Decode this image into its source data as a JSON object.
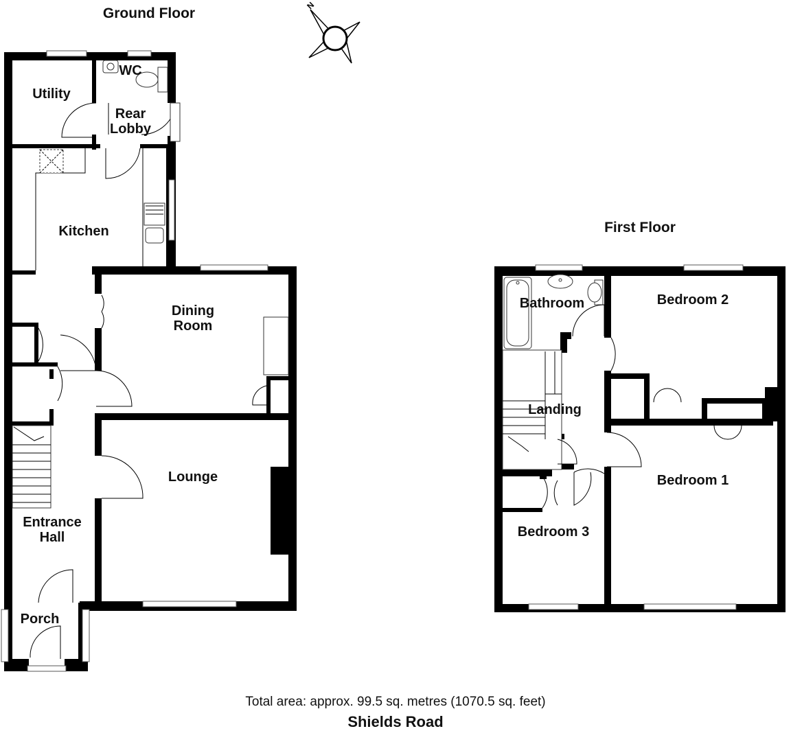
{
  "floors": {
    "ground": "Ground Floor",
    "first": "First Floor"
  },
  "compass_letter": "N",
  "rooms": {
    "utility": "Utility",
    "wc": "WC",
    "rear_lobby": [
      "Rear",
      "Lobby"
    ],
    "kitchen": "Kitchen",
    "dining_room": [
      "Dining",
      "Room"
    ],
    "lounge": "Lounge",
    "entrance_hall": [
      "Entrance",
      "Hall"
    ],
    "porch": "Porch",
    "bathroom": "Bathroom",
    "bedroom_2": "Bedroom 2",
    "landing": "Landing",
    "bedroom_1": "Bedroom 1",
    "bedroom_3": "Bedroom 3"
  },
  "footer": {
    "total_area": "Total area: approx. 99.5 sq. metres (1070.5 sq. feet)",
    "address": "Shields Road"
  }
}
